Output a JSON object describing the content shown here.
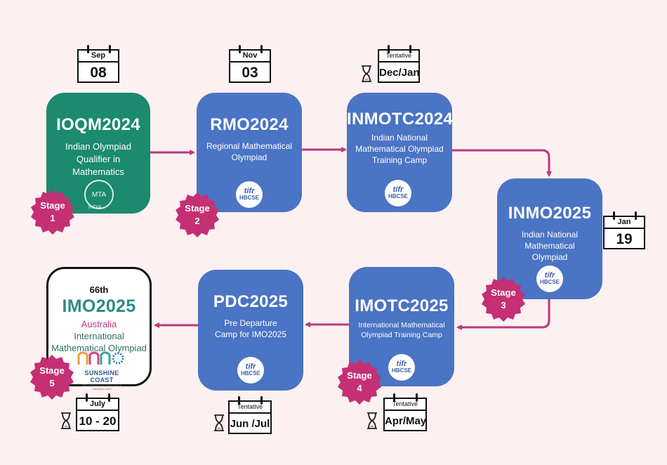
{
  "boxes": {
    "ioqm": {
      "title": "IOQM2024",
      "subtitle": "Indian Olympiad Qualifier in Mathematics",
      "logo": "MTA",
      "logo_sub": "INDIA"
    },
    "rmo": {
      "title": "RMO2024",
      "subtitle": "Regional Mathematical Olympiad"
    },
    "inmotc": {
      "title": "INMOTC2024",
      "subtitle": "Indian National Mathematical Olympiad Training Camp"
    },
    "inmo": {
      "title": "INMO2025",
      "subtitle": "Indian National Mathematical Olympiad"
    },
    "imotc": {
      "title": "IMOTC2025",
      "subtitle": "International Mathematical Olympiad Training Camp"
    },
    "pdc": {
      "title": "PDC2025",
      "subtitle": "Pre Departure Camp for IMO2025"
    },
    "imo": {
      "edition": "66th",
      "title": "IMO2025",
      "country": "Australia",
      "subtitle": "International Mathematical Olympiad",
      "logo_text": "SUNSHINE COAST",
      "logo_small": "66th International Mathematical Olympiad 2025"
    }
  },
  "logo_tifr": {
    "line1": "tifr",
    "line2": "HBCSE"
  },
  "stages": [
    {
      "label": "Stage",
      "num": "1"
    },
    {
      "label": "Stage",
      "num": "2"
    },
    {
      "label": "Stage",
      "num": "3"
    },
    {
      "label": "Stage",
      "num": "4"
    },
    {
      "label": "Stage",
      "num": "5"
    }
  ],
  "calendars": {
    "ioqm": {
      "month": "Sep",
      "day": "08"
    },
    "rmo": {
      "month": "Nov",
      "day": "03"
    },
    "inmotc": {
      "month": "Tentative",
      "day": "Dec/Jan"
    },
    "inmo": {
      "month": "Jan",
      "day": "19"
    },
    "imotc": {
      "month": "Tentative",
      "day": "Apr/May"
    },
    "pdc": {
      "month": "Tentative",
      "day": "Jun /Jul"
    },
    "imo": {
      "month": "July",
      "day": "10 - 20"
    }
  },
  "icons": [
    "hourglass-icon",
    "arrow-icon"
  ],
  "colors": {
    "background": "#fcf0f0",
    "blue": "#4a74c4",
    "green": "#1b8a6e",
    "arrow": "#b73a7d",
    "stage": "#c52f73"
  }
}
